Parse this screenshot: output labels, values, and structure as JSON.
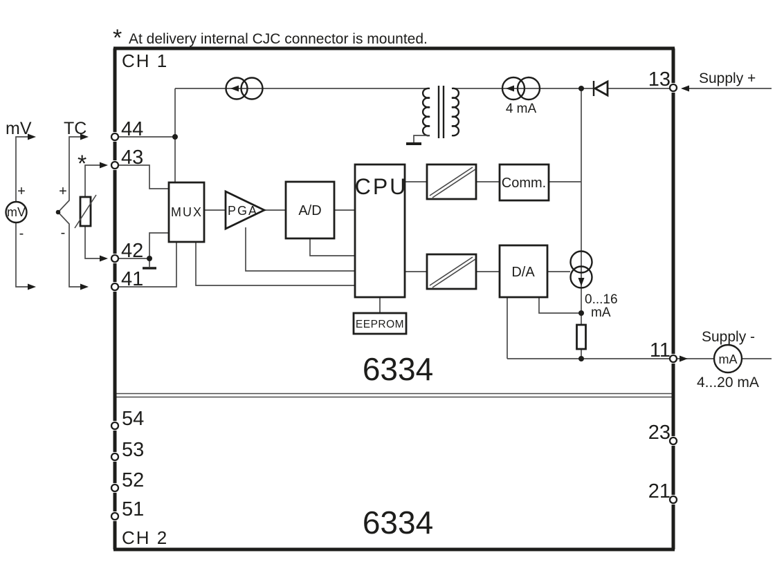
{
  "note": {
    "star": "*",
    "text": "At delivery internal CJC connector is mounted."
  },
  "colors": {
    "ink": "#1d1d1b",
    "wire": "#4a4a4a",
    "background": "#ffffff"
  },
  "inputs": {
    "mv_label": "mV",
    "mv_source_label": "mV",
    "mv_plus": "+",
    "mv_minus": "-",
    "tc_label": "TC",
    "tc_plus": "+",
    "tc_minus": "-",
    "cjc_star": "*"
  },
  "channel1": {
    "label": "CH 1",
    "model": "6334",
    "terminals_left": [
      "44",
      "43",
      "42",
      "41"
    ],
    "terminals_right": [
      "13",
      "11"
    ],
    "blocks": {
      "mux": "MUX",
      "pga": "PGA",
      "adc": "A/D",
      "cpu": "CPU",
      "eeprom": "EEPROM",
      "comm": "Comm.",
      "dac": "D/A"
    },
    "labels": {
      "bias_current": "4 mA",
      "out_current_line1": "0...16",
      "out_current_line2": "mA"
    }
  },
  "channel2": {
    "label": "CH 2",
    "model": "6334",
    "terminals_left": [
      "54",
      "53",
      "52",
      "51"
    ],
    "terminals_right": [
      "23",
      "21"
    ]
  },
  "output": {
    "supply_plus": "Supply +",
    "supply_minus": "Supply -",
    "meter_label": "mA",
    "range": "4...20 mA"
  }
}
